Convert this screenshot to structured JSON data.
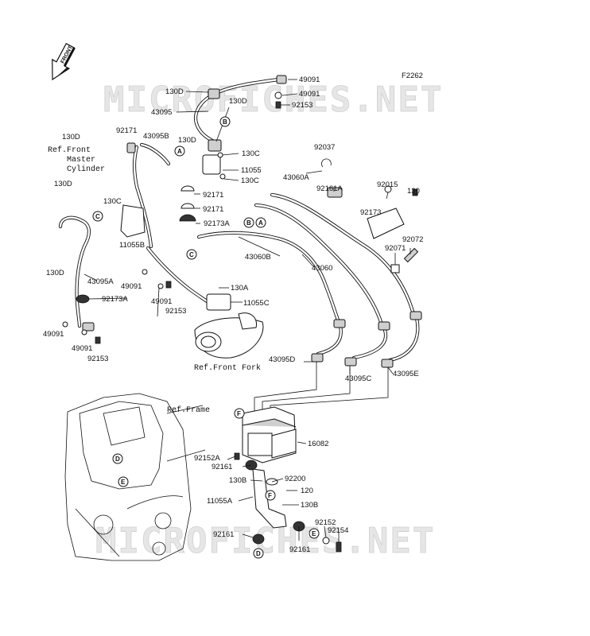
{
  "diagram_code": "F2262",
  "watermarks": [
    "MICROFICHES.NET",
    "MICROFICHES.NET"
  ],
  "badge": {
    "text": "FRONT"
  },
  "ref_labels": {
    "master_1": "Ref.Front",
    "master_2": "Master",
    "master_3": "Cylinder",
    "fork": "Ref.Front Fork",
    "frame": "Ref.Frame"
  },
  "parts": [
    "49091",
    "130D",
    "49091",
    "130D",
    "92153",
    "43095",
    "92171",
    "43095B",
    "130D",
    "130C",
    "130D",
    "11055",
    "130C",
    "92037",
    "43060A",
    "92161A",
    "92015",
    "130",
    "130D",
    "130C",
    "92171",
    "92171",
    "92173A",
    "92173",
    "11055B",
    "92072",
    "43060B",
    "43060",
    "92071",
    "130D",
    "43095A",
    "49091",
    "130A",
    "92173A",
    "49091",
    "11055C",
    "92153",
    "49091",
    "49091",
    "92153",
    "43095D",
    "43095C",
    "43095E",
    "16082",
    "92152A",
    "92161",
    "92200",
    "130B",
    "120",
    "11055A",
    "130B",
    "92152",
    "92154",
    "92161",
    "92161"
  ],
  "callouts": [
    "B",
    "A",
    "C",
    "B",
    "A",
    "C",
    "F",
    "D",
    "E",
    "F",
    "E",
    "D"
  ]
}
